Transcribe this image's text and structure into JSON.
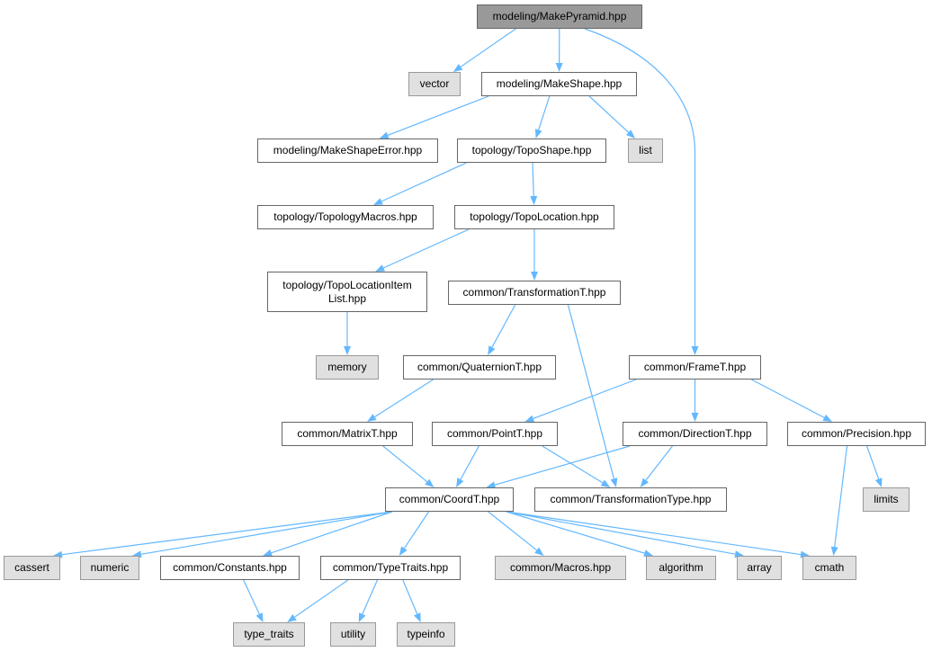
{
  "colors": {
    "edge": "#63b8ff",
    "root_fill": "#999999",
    "system_fill": "#e0e0e0",
    "file_fill": "#ffffff"
  },
  "nodes": [
    {
      "id": "makepyramid",
      "label": "modeling/MakePyramid.hpp",
      "kind": "root"
    },
    {
      "id": "vector",
      "label": "vector",
      "kind": "sys"
    },
    {
      "id": "makeshape",
      "label": "modeling/MakeShape.hpp",
      "kind": "file"
    },
    {
      "id": "makeshapeerror",
      "label": "modeling/MakeShapeError.hpp",
      "kind": "file"
    },
    {
      "id": "toposhape",
      "label": "topology/TopoShape.hpp",
      "kind": "file"
    },
    {
      "id": "list",
      "label": "list",
      "kind": "sys"
    },
    {
      "id": "topologymacros",
      "label": "topology/TopologyMacros.hpp",
      "kind": "file"
    },
    {
      "id": "topolocation",
      "label": "topology/TopoLocation.hpp",
      "kind": "file"
    },
    {
      "id": "topolocationitemlist",
      "label": "topology/TopoLocationItem\nList.hpp",
      "kind": "file"
    },
    {
      "id": "transformationt",
      "label": "common/TransformationT.hpp",
      "kind": "file"
    },
    {
      "id": "memory",
      "label": "memory",
      "kind": "sys"
    },
    {
      "id": "quaterniont",
      "label": "common/QuaternionT.hpp",
      "kind": "file"
    },
    {
      "id": "framet",
      "label": "common/FrameT.hpp",
      "kind": "file"
    },
    {
      "id": "matrixt",
      "label": "common/MatrixT.hpp",
      "kind": "file"
    },
    {
      "id": "pointt",
      "label": "common/PointT.hpp",
      "kind": "file"
    },
    {
      "id": "directiont",
      "label": "common/DirectionT.hpp",
      "kind": "file"
    },
    {
      "id": "precision",
      "label": "common/Precision.hpp",
      "kind": "file"
    },
    {
      "id": "coordt",
      "label": "common/CoordT.hpp",
      "kind": "file"
    },
    {
      "id": "transformationtype",
      "label": "common/TransformationType.hpp",
      "kind": "file"
    },
    {
      "id": "limits",
      "label": "limits",
      "kind": "sys"
    },
    {
      "id": "cassert",
      "label": "cassert",
      "kind": "sys"
    },
    {
      "id": "numeric",
      "label": "numeric",
      "kind": "sys"
    },
    {
      "id": "constants",
      "label": "common/Constants.hpp",
      "kind": "file"
    },
    {
      "id": "typetraits",
      "label": "common/TypeTraits.hpp",
      "kind": "file"
    },
    {
      "id": "macros",
      "label": "common/Macros.hpp",
      "kind": "sys"
    },
    {
      "id": "algorithm",
      "label": "algorithm",
      "kind": "sys"
    },
    {
      "id": "array",
      "label": "array",
      "kind": "sys"
    },
    {
      "id": "cmath",
      "label": "cmath",
      "kind": "sys"
    },
    {
      "id": "type_traits",
      "label": "type_traits",
      "kind": "sys"
    },
    {
      "id": "utility",
      "label": "utility",
      "kind": "sys"
    },
    {
      "id": "typeinfo",
      "label": "typeinfo",
      "kind": "sys"
    }
  ],
  "edges": [
    [
      "makepyramid",
      "vector"
    ],
    [
      "makepyramid",
      "makeshape"
    ],
    [
      "makepyramid",
      "framet"
    ],
    [
      "makeshape",
      "makeshapeerror"
    ],
    [
      "makeshape",
      "toposhape"
    ],
    [
      "makeshape",
      "list"
    ],
    [
      "toposhape",
      "topologymacros"
    ],
    [
      "toposhape",
      "topolocation"
    ],
    [
      "topolocation",
      "topolocationitemlist"
    ],
    [
      "topolocation",
      "transformationt"
    ],
    [
      "topolocationitemlist",
      "memory"
    ],
    [
      "transformationt",
      "quaterniont"
    ],
    [
      "transformationt",
      "transformationtype"
    ],
    [
      "quaterniont",
      "matrixt"
    ],
    [
      "framet",
      "pointt"
    ],
    [
      "framet",
      "directiont"
    ],
    [
      "framet",
      "precision"
    ],
    [
      "matrixt",
      "coordt"
    ],
    [
      "pointt",
      "coordt"
    ],
    [
      "pointt",
      "transformationtype"
    ],
    [
      "directiont",
      "coordt"
    ],
    [
      "directiont",
      "transformationtype"
    ],
    [
      "precision",
      "limits"
    ],
    [
      "precision",
      "cmath"
    ],
    [
      "coordt",
      "cassert"
    ],
    [
      "coordt",
      "numeric"
    ],
    [
      "coordt",
      "constants"
    ],
    [
      "coordt",
      "typetraits"
    ],
    [
      "coordt",
      "macros"
    ],
    [
      "coordt",
      "algorithm"
    ],
    [
      "coordt",
      "array"
    ],
    [
      "coordt",
      "cmath"
    ],
    [
      "constants",
      "type_traits"
    ],
    [
      "typetraits",
      "type_traits"
    ],
    [
      "typetraits",
      "utility"
    ],
    [
      "typetraits",
      "typeinfo"
    ]
  ]
}
